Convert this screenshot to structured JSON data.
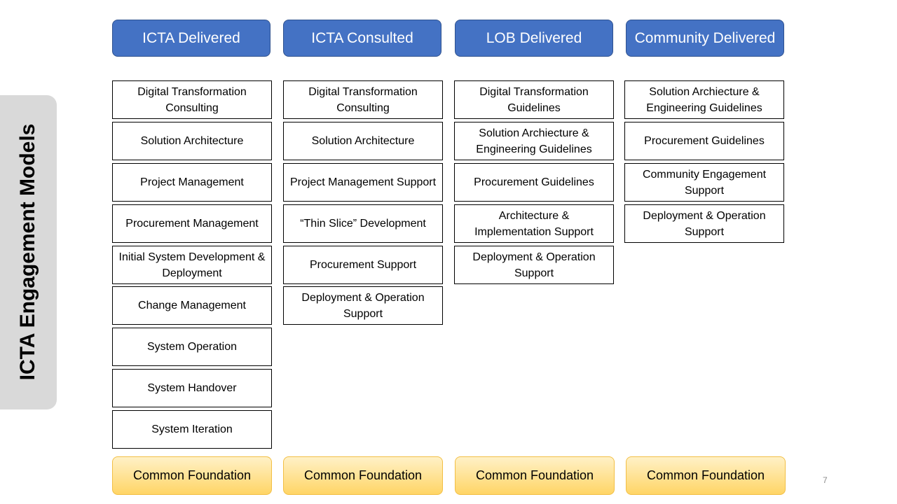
{
  "side_title": "ICTA Engagement Models",
  "columns": [
    {
      "header": "ICTA Delivered",
      "items": [
        "Digital Transformation Consulting",
        "Solution Architecture",
        "Project Management",
        "Procurement Management",
        "Initial System Development & Deployment",
        "Change Management",
        "System Operation",
        "System Handover",
        "System Iteration"
      ],
      "foundation": "Common Foundation"
    },
    {
      "header": "ICTA Consulted",
      "items": [
        "Digital Transformation Consulting",
        "Solution Architecture",
        "Project Management Support",
        "“Thin Slice” Development",
        "Procurement Support",
        "Deployment & Operation Support"
      ],
      "foundation": "Common Foundation"
    },
    {
      "header": "LOB Delivered",
      "items": [
        "Digital Transformation Guidelines",
        "Solution Archiecture & Engineering Guidelines",
        "Procurement Guidelines",
        "Architecture & Implementation Support",
        "Deployment & Operation Support"
      ],
      "foundation": "Common Foundation"
    },
    {
      "header": "Community Delivered",
      "items": [
        "Solution Archiecture & Engineering Guidelines",
        "Procurement Guidelines",
        "Community Engagement Support",
        "Deployment & Operation Support"
      ],
      "foundation": "Common Foundation"
    }
  ],
  "page_number": "7"
}
